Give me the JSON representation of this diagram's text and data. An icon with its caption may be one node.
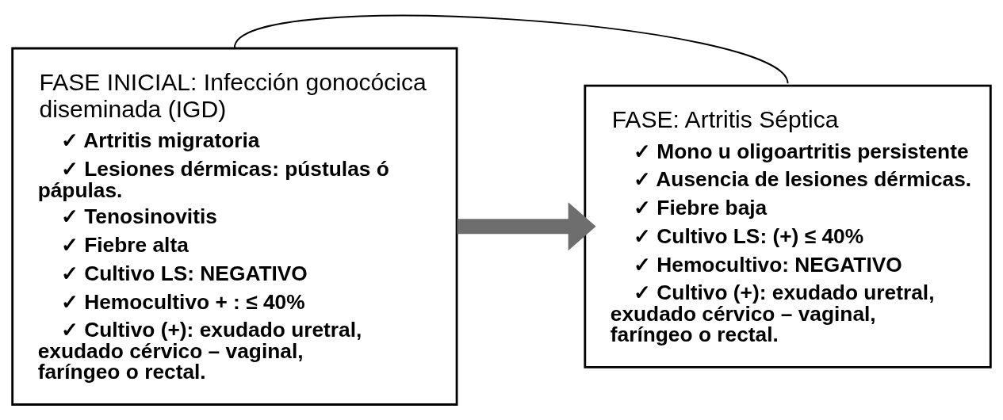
{
  "diagram": {
    "nodes": [
      {
        "text": [
          "FASE INICIAL: Infección gonocócica diseminada (IGD)",
          "✓ Artritis migratoria",
          "✓ Lesiones dérmicas: pústulas ó pápulas.",
          "✓ Tenosinovitis",
          "✓ Fiebre alta",
          "✓ Cultivo LS: NEGATIVO",
          "✓ Hemocultivo + : ≤ 40%",
          "✓ Cultivo (+): exudado uretral, exudado cérvico – vaginal, faríngeo o rectal."
        ]
      },
      {
        "text": [
          "FASE: Artritis Séptica",
          "✓ Mono u oligoartritis persistente",
          "✓ Ausencia de lesiones dérmicas.",
          "✓ Fiebre baja",
          "✓ Cultivo LS: (+) ≤ 40%",
          "✓ Hemocultivo: NEGATIVO",
          "✓ Cultivo (+): exudado uretral, exudado cérvico – vaginal, faríngeo o rectal."
        ]
      }
    ],
    "edges": [
      {
        "from": 0,
        "to": 1,
        "arrow": "to",
        "style": "thick",
        "color": "#6e6e6e"
      },
      {
        "from": 0,
        "to": 1,
        "arrow": "none",
        "color": "#000000"
      }
    ]
  }
}
